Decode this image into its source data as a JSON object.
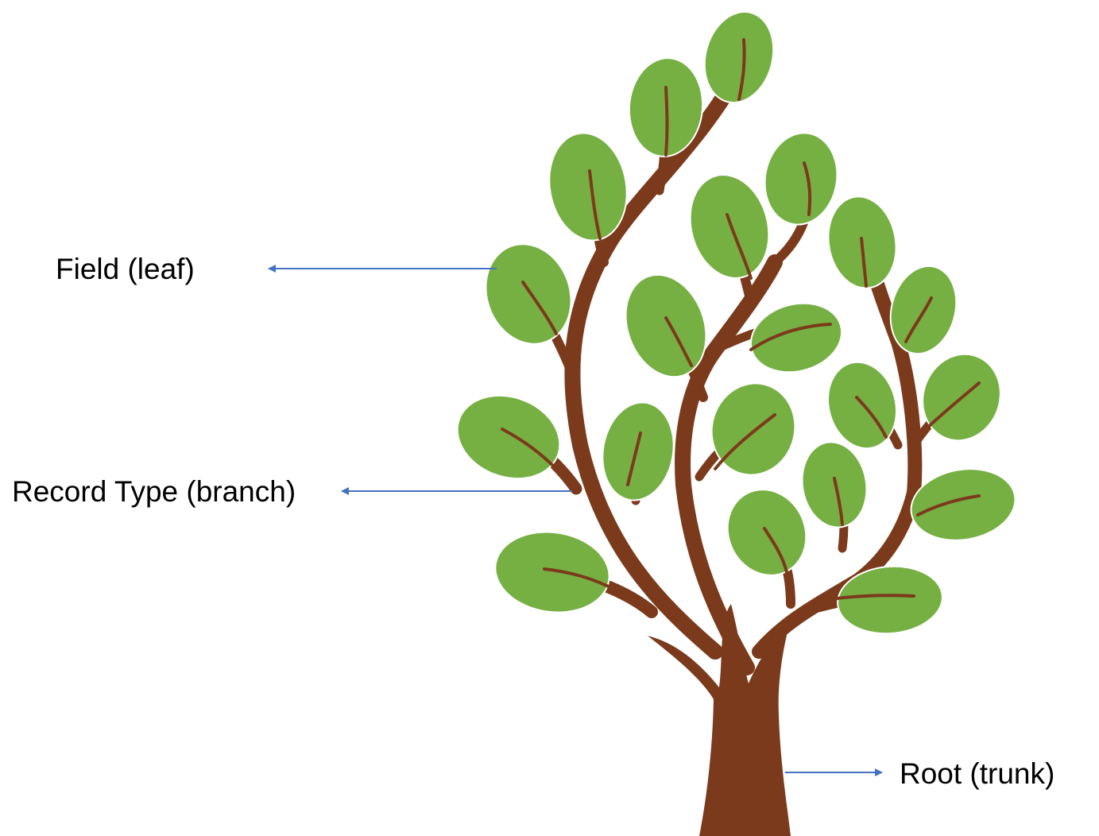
{
  "labels": {
    "leaf": "Field (leaf)",
    "branch": "Record Type (branch)",
    "trunk": "Root (trunk)"
  },
  "colors": {
    "background": "#ffffff",
    "leaf": "#76b043",
    "trunk": "#7b3a1b",
    "arrow": "#4472c4",
    "text": "#000000"
  }
}
